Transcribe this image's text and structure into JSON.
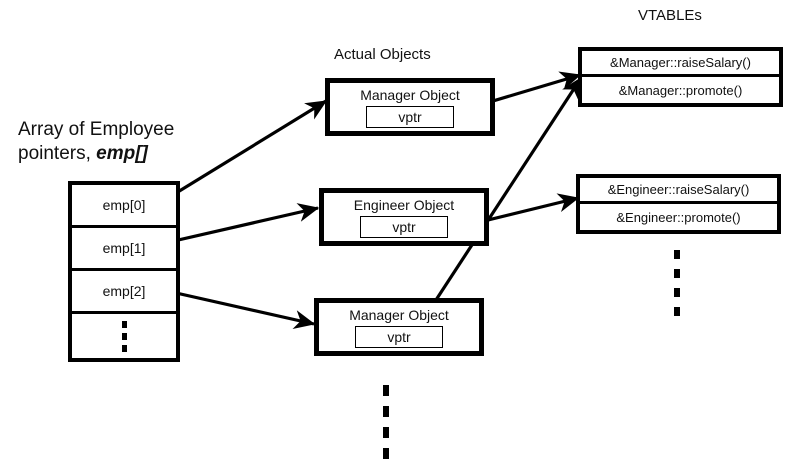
{
  "diagram": {
    "title_actual_objects": "Actual Objects",
    "title_vtables": "VTABLEs",
    "array_heading_line1": "Array of Employee",
    "array_heading_line2_prefix": "pointers, ",
    "array_heading_line2_em": "emp[]"
  },
  "array": {
    "name": "emp[]",
    "cells": [
      {
        "label": "emp[0]"
      },
      {
        "label": "emp[1]"
      },
      {
        "label": "emp[2]"
      },
      {
        "label": ""
      }
    ],
    "ellipsis_dots": 3
  },
  "objects": [
    {
      "title": "Manager Object",
      "vptr_label": "vptr",
      "points_to": "vtable-manager"
    },
    {
      "title": "Engineer Object",
      "vptr_label": "vptr",
      "points_to": "vtable-engineer"
    },
    {
      "title": "Manager Object",
      "vptr_label": "vptr",
      "points_to": "vtable-manager"
    }
  ],
  "objects_ellipsis_dots": 4,
  "vtables": [
    {
      "id": "vtable-manager",
      "entries": [
        "&Manager::raiseSalary()",
        "&Manager::promote()"
      ]
    },
    {
      "id": "vtable-engineer",
      "entries": [
        "&Engineer::raiseSalary()",
        "&Engineer::promote()"
      ]
    }
  ],
  "vtables_ellipsis_dots": 4,
  "colors": {
    "stroke": "#000000",
    "text": "#111111",
    "background": "#ffffff"
  }
}
